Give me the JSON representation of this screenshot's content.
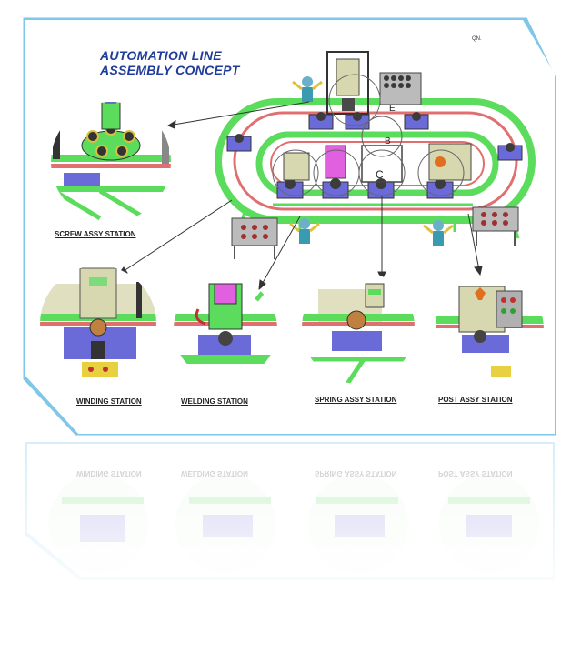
{
  "title": {
    "line1": "AUTOMATION LINE",
    "line2": "ASSEMBLY CONCEPT"
  },
  "corner_mark": "QN.",
  "stations": {
    "screw": "SCREW ASSY STATION",
    "winding": "WINDING STATION",
    "welding": "WELDING STATION",
    "spring": "SPRING ASSY STATION",
    "post": "POST ASSY STATION"
  },
  "letters": {
    "b": "B",
    "c": "C",
    "e": "E"
  },
  "colors": {
    "frame": "#7fc7e8",
    "title": "#1f3c9a",
    "conveyor": "#5cdc5c",
    "rail": "#e07070",
    "pallet": "#6a6ad8",
    "machine": "#d8d8b0"
  }
}
